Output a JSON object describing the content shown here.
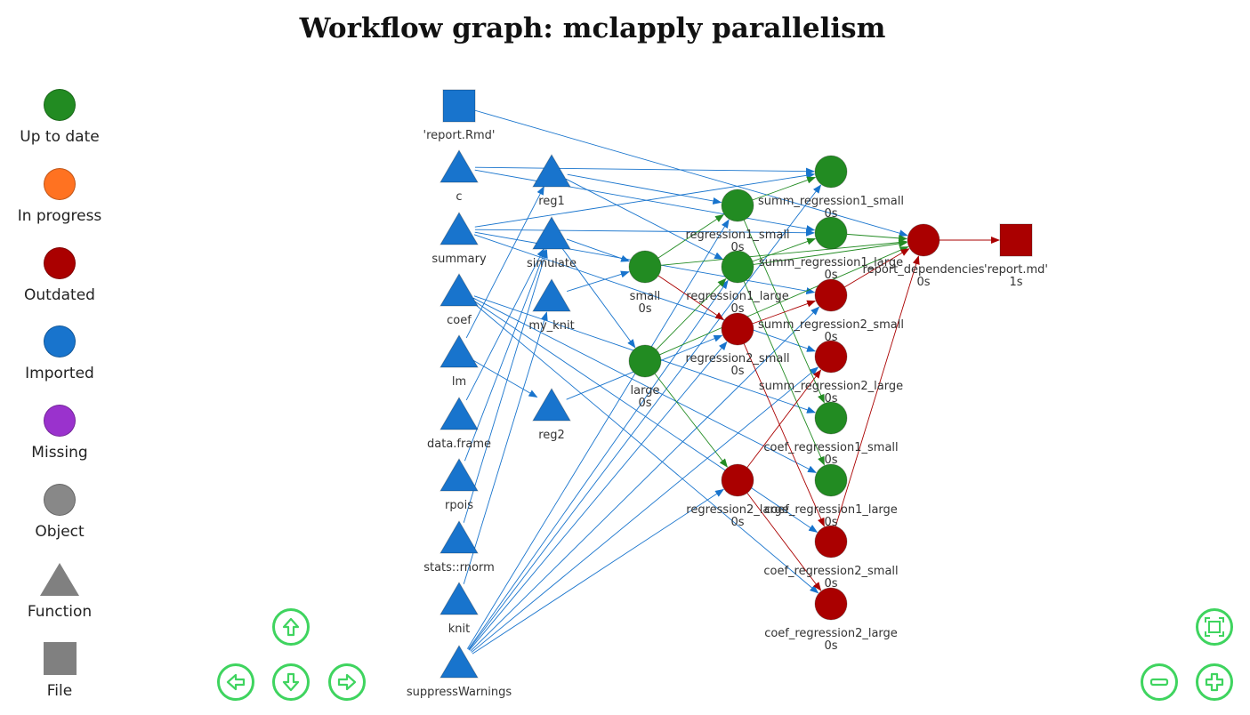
{
  "title": "Workflow graph: mclapply parallelism",
  "legend": [
    {
      "label": "Up to date",
      "shape": "circle",
      "color": "#228B22"
    },
    {
      "label": "In progress",
      "shape": "circle",
      "color": "#FF7221"
    },
    {
      "label": "Outdated",
      "shape": "circle",
      "color": "#AA0000"
    },
    {
      "label": "Imported",
      "shape": "circle",
      "color": "#1874CD"
    },
    {
      "label": "Missing",
      "shape": "circle",
      "color": "#9A32CD"
    },
    {
      "label": "Object",
      "shape": "circle",
      "color": "#888888"
    },
    {
      "label": "Function",
      "shape": "triangle",
      "color": "#888888"
    },
    {
      "label": "File",
      "shape": "square",
      "color": "#888888"
    }
  ],
  "colors": {
    "uptodate": "#228B22",
    "outdated": "#AA0000",
    "imported": "#1874CD",
    "nav": "#3fd45f"
  },
  "nodes": [
    {
      "id": "report_rmd",
      "label": "'report.Rmd'",
      "shape": "square",
      "status": "imported"
    },
    {
      "id": "c",
      "label": "c",
      "shape": "triangle",
      "status": "imported"
    },
    {
      "id": "summary",
      "label": "summary",
      "shape": "triangle",
      "status": "imported"
    },
    {
      "id": "coef",
      "label": "coef",
      "shape": "triangle",
      "status": "imported"
    },
    {
      "id": "lm",
      "label": "lm",
      "shape": "triangle",
      "status": "imported"
    },
    {
      "id": "data_frame",
      "label": "data.frame",
      "shape": "triangle",
      "status": "imported"
    },
    {
      "id": "rpois",
      "label": "rpois",
      "shape": "triangle",
      "status": "imported"
    },
    {
      "id": "rnorm",
      "label": "stats::rnorm",
      "shape": "triangle",
      "status": "imported"
    },
    {
      "id": "knit",
      "label": "knit",
      "shape": "triangle",
      "status": "imported"
    },
    {
      "id": "suppress",
      "label": "suppressWarnings",
      "shape": "triangle",
      "status": "imported"
    },
    {
      "id": "reg1",
      "label": "reg1",
      "shape": "triangle",
      "status": "imported"
    },
    {
      "id": "simulate",
      "label": "simulate",
      "shape": "triangle",
      "status": "imported"
    },
    {
      "id": "my_knit",
      "label": "my_knit",
      "shape": "triangle",
      "status": "imported"
    },
    {
      "id": "reg2",
      "label": "reg2",
      "shape": "triangle",
      "status": "imported"
    },
    {
      "id": "small",
      "label": "small",
      "time": "0s",
      "shape": "circle",
      "status": "uptodate"
    },
    {
      "id": "large",
      "label": "large",
      "time": "0s",
      "shape": "circle",
      "status": "uptodate"
    },
    {
      "id": "r1s",
      "label": "regression1_small",
      "time": "0s",
      "shape": "circle",
      "status": "uptodate"
    },
    {
      "id": "r1l",
      "label": "regression1_large",
      "time": "0s",
      "shape": "circle",
      "status": "uptodate"
    },
    {
      "id": "r2s",
      "label": "regression2_small",
      "time": "0s",
      "shape": "circle",
      "status": "outdated"
    },
    {
      "id": "r2l",
      "label": "regression2_large",
      "time": "0s",
      "shape": "circle",
      "status": "outdated"
    },
    {
      "id": "sr1s",
      "label": "summ_regression1_small",
      "time": "0s",
      "shape": "circle",
      "status": "uptodate"
    },
    {
      "id": "sr1l",
      "label": "summ_regression1_large",
      "time": "0s",
      "shape": "circle",
      "status": "uptodate"
    },
    {
      "id": "sr2s",
      "label": "summ_regression2_small",
      "time": "0s",
      "shape": "circle",
      "status": "outdated"
    },
    {
      "id": "sr2l",
      "label": "summ_regression2_large",
      "time": "0s",
      "shape": "circle",
      "status": "outdated"
    },
    {
      "id": "cr1s",
      "label": "coef_regression1_small",
      "time": "0s",
      "shape": "circle",
      "status": "uptodate"
    },
    {
      "id": "cr1l",
      "label": "coef_regression1_large",
      "time": "0s",
      "shape": "circle",
      "status": "uptodate"
    },
    {
      "id": "cr2s",
      "label": "coef_regression2_small",
      "time": "0s",
      "shape": "circle",
      "status": "outdated"
    },
    {
      "id": "cr2l",
      "label": "coef_regression2_large",
      "time": "0s",
      "shape": "circle",
      "status": "outdated"
    },
    {
      "id": "rdeps",
      "label": "report_dependencies",
      "time": "0s",
      "shape": "circle",
      "status": "outdated"
    },
    {
      "id": "report_md",
      "label": "'report.md'",
      "time": "1s",
      "shape": "square",
      "status": "outdated"
    }
  ],
  "edges": [
    [
      "report_rmd",
      "rdeps",
      "imported"
    ],
    [
      "c",
      "sr1s",
      "imported"
    ],
    [
      "c",
      "sr1l",
      "imported"
    ],
    [
      "summary",
      "sr1s",
      "imported"
    ],
    [
      "summary",
      "sr1l",
      "imported"
    ],
    [
      "summary",
      "sr2s",
      "imported"
    ],
    [
      "summary",
      "sr2l",
      "imported"
    ],
    [
      "coef",
      "cr1s",
      "imported"
    ],
    [
      "coef",
      "cr1l",
      "imported"
    ],
    [
      "coef",
      "cr2s",
      "imported"
    ],
    [
      "coef",
      "cr2l",
      "imported"
    ],
    [
      "lm",
      "reg1",
      "imported"
    ],
    [
      "lm",
      "reg2",
      "imported"
    ],
    [
      "data_frame",
      "simulate",
      "imported"
    ],
    [
      "rpois",
      "simulate",
      "imported"
    ],
    [
      "rnorm",
      "simulate",
      "imported"
    ],
    [
      "knit",
      "my_knit",
      "imported"
    ],
    [
      "suppress",
      "r1s",
      "imported"
    ],
    [
      "suppress",
      "r1l",
      "imported"
    ],
    [
      "suppress",
      "r2s",
      "imported"
    ],
    [
      "suppress",
      "r2l",
      "imported"
    ],
    [
      "suppress",
      "sr1s",
      "imported"
    ],
    [
      "suppress",
      "sr2s",
      "imported"
    ],
    [
      "suppress",
      "sr2l",
      "imported"
    ],
    [
      "reg1",
      "r1s",
      "imported"
    ],
    [
      "reg1",
      "r1l",
      "imported"
    ],
    [
      "reg2",
      "r2s",
      "imported"
    ],
    [
      "simulate",
      "small",
      "imported"
    ],
    [
      "simulate",
      "large",
      "imported"
    ],
    [
      "my_knit",
      "small",
      "imported"
    ],
    [
      "small",
      "r1s",
      "uptodate"
    ],
    [
      "small",
      "r2s",
      "outdated"
    ],
    [
      "large",
      "r1l",
      "uptodate"
    ],
    [
      "large",
      "r2l",
      "uptodate"
    ],
    [
      "r1s",
      "sr1s",
      "uptodate"
    ],
    [
      "r1s",
      "cr1s",
      "uptodate"
    ],
    [
      "r1l",
      "sr1l",
      "uptodate"
    ],
    [
      "r1l",
      "cr1l",
      "uptodate"
    ],
    [
      "r2s",
      "sr2s",
      "outdated"
    ],
    [
      "r2s",
      "cr2s",
      "outdated"
    ],
    [
      "r2l",
      "sr2l",
      "outdated"
    ],
    [
      "r2l",
      "cr2l",
      "outdated"
    ],
    [
      "small",
      "rdeps",
      "uptodate"
    ],
    [
      "large",
      "rdeps",
      "uptodate"
    ],
    [
      "r1l",
      "rdeps",
      "uptodate"
    ],
    [
      "sr1l",
      "rdeps",
      "uptodate"
    ],
    [
      "sr2s",
      "rdeps",
      "outdated"
    ],
    [
      "cr2s",
      "rdeps",
      "outdated"
    ],
    [
      "rdeps",
      "report_md",
      "outdated"
    ]
  ],
  "nav_controls": [
    "up",
    "left",
    "down",
    "right",
    "fit",
    "zoom-out",
    "zoom-in"
  ]
}
